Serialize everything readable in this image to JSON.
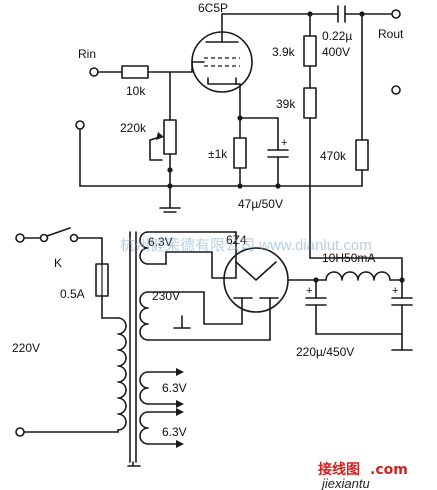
{
  "labels": {
    "tube_6c5p": "6C5P",
    "rin": "Rin",
    "rout": "Rout",
    "r_10k": "10k",
    "pot_220k": "220k",
    "r_cathode": "±1k",
    "cap_cathode": "47µ/50V",
    "r_3_9k": "3.9k",
    "r_39k": "39k",
    "cap_coupling_value": "0.22µ",
    "cap_coupling_voltage": "400V",
    "r_470k": "470k",
    "switch_k": "K",
    "fuse": "0.5A",
    "mains": "220V",
    "trafo_6_3v_top": "6.3V",
    "tube_6z4": "6Z4",
    "trafo_230v": "230V",
    "inductor": "10H50mA",
    "filter_caps": "220µ/450V",
    "trafo_6_3v_a": "6.3V",
    "trafo_6_3v_b": "6.3V"
  },
  "watermark": {
    "text": "杭州健荣德有限公司 www.dianlut.com",
    "logo_cn": "接线图",
    "logo_com": ".com",
    "logo_url": "jiexiantu"
  }
}
